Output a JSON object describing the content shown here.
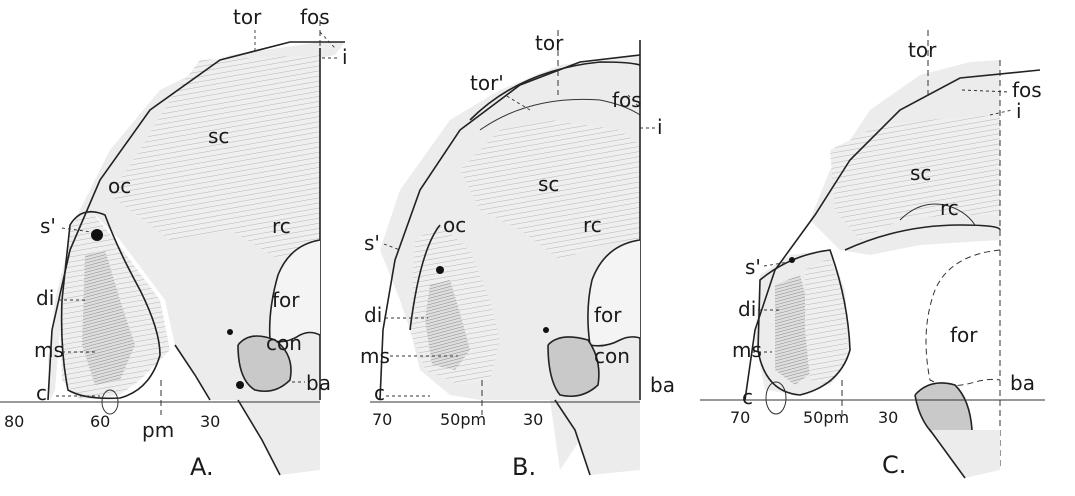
{
  "panels": [
    {
      "caption": "A.",
      "labels": {
        "tor": "tor",
        "fos": "fos",
        "i": "i",
        "sc": "sc",
        "oc": "oc",
        "rc": "rc",
        "s1": "s'",
        "di": "di",
        "ms": "ms",
        "for": "for",
        "con": "con",
        "ba": "ba",
        "c": "c",
        "pm": "pm"
      },
      "scale": [
        "80",
        "60",
        "30"
      ]
    },
    {
      "caption": "B.",
      "labels": {
        "tor": "tor",
        "tor1": "tor'",
        "fos": "fos",
        "i": "i",
        "sc": "sc",
        "oc": "oc",
        "rc": "rc",
        "s1": "s'",
        "di": "di",
        "ms": "ms",
        "for": "for",
        "con": "con",
        "ba": "ba",
        "c": "c",
        "pm": "50pm"
      },
      "scale": [
        "70",
        "30"
      ]
    },
    {
      "caption": "C.",
      "labels": {
        "tor": "tor",
        "fos": "fos",
        "i": "i",
        "sc": "sc",
        "rc": "rc",
        "s1": "s'",
        "di": "di",
        "ms": "ms",
        "for": "for",
        "ba": "ba",
        "c": "c",
        "pm": "50pm"
      },
      "scale": [
        "70",
        "30"
      ]
    }
  ]
}
